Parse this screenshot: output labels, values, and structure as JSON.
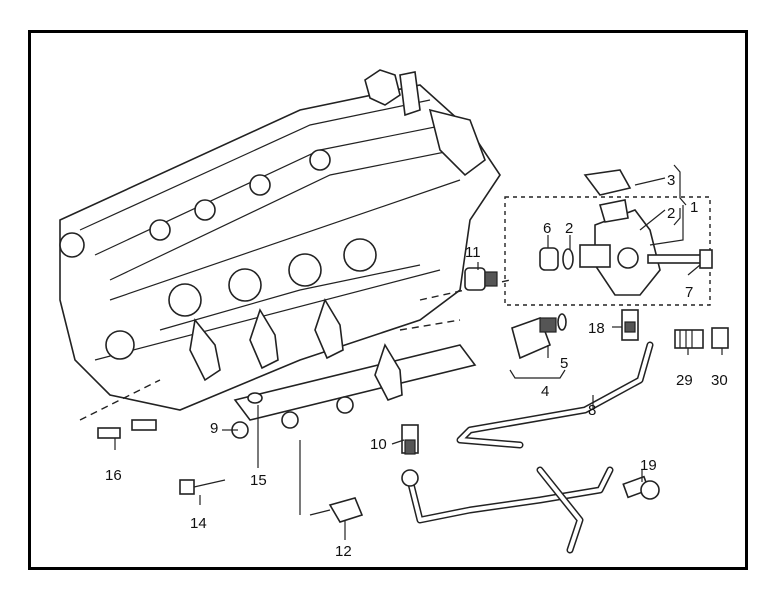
{
  "diagram": {
    "callouts": [
      "1",
      "2",
      "2",
      "3",
      "4",
      "5",
      "6",
      "7",
      "8",
      "9",
      "10",
      "11",
      "12",
      "14",
      "15",
      "16",
      "18",
      "19",
      "29",
      "30"
    ]
  }
}
